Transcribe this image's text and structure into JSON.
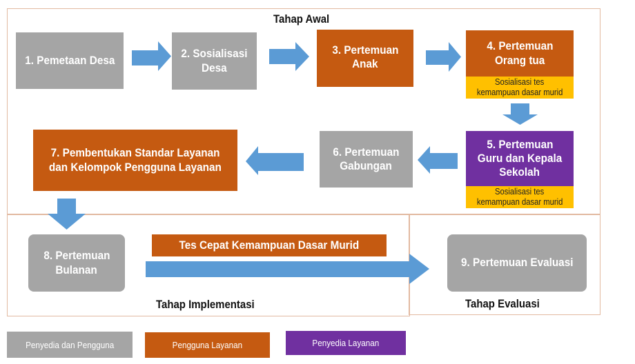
{
  "phases": {
    "awal": "Tahap Awal",
    "implementasi": "Tahap Implementasi",
    "evaluasi": "Tahap Evaluasi"
  },
  "steps": [
    {
      "id": 1,
      "lines": [
        "1. Pemetaan Desa"
      ],
      "role": "Penyedia dan Pengguna",
      "color": "#a5a5a5"
    },
    {
      "id": 2,
      "lines": [
        "2. Sosialisasi",
        "Desa"
      ],
      "role": "Penyedia dan Pengguna",
      "color": "#a5a5a5"
    },
    {
      "id": 3,
      "lines": [
        "3. Pertemuan",
        "Anak"
      ],
      "role": "Pengguna Layanan",
      "color": "#c55a11"
    },
    {
      "id": 4,
      "lines": [
        "4.  Pertemuan",
        "Orang tua"
      ],
      "role": "Pengguna Layanan",
      "color": "#c55a11",
      "note": [
        "Sosialisasi tes",
        "kemampuan dasar murid"
      ]
    },
    {
      "id": 5,
      "lines": [
        "5. Pertemuan",
        "Guru dan Kepala",
        "Sekolah"
      ],
      "role": "Penyedia Layanan",
      "color": "#7030a0",
      "note": [
        "Sosialisasi tes",
        "kemampuan dasar murid"
      ]
    },
    {
      "id": 6,
      "lines": [
        "6.  Pertemuan",
        "Gabungan"
      ],
      "role": "Penyedia dan Pengguna",
      "color": "#a5a5a5"
    },
    {
      "id": 7,
      "lines": [
        "7. Pembentukan Standar Layanan",
        "dan Kelompok Pengguna Layanan"
      ],
      "role": "Pengguna Layanan",
      "color": "#c55a11"
    },
    {
      "id": 8,
      "lines": [
        "8. Pertemuan",
        "Bulanan"
      ],
      "role": "Penyedia dan Pengguna",
      "color": "#a5a5a5"
    },
    {
      "id": 9,
      "lines": [
        "9. Pertemuan Evaluasi"
      ],
      "role": "Penyedia dan Pengguna",
      "color": "#a5a5a5"
    }
  ],
  "activity_banner": "Tes Cepat Kemampuan Dasar Murid",
  "flow": [
    {
      "from": 1,
      "to": 2,
      "direction": "right"
    },
    {
      "from": 2,
      "to": 3,
      "direction": "right"
    },
    {
      "from": 3,
      "to": 4,
      "direction": "right"
    },
    {
      "from": 4,
      "to": 5,
      "direction": "down"
    },
    {
      "from": 5,
      "to": 6,
      "direction": "left"
    },
    {
      "from": 6,
      "to": 7,
      "direction": "left"
    },
    {
      "from": 7,
      "to": 8,
      "direction": "down"
    },
    {
      "from": 8,
      "to": 9,
      "direction": "right"
    }
  ],
  "legend": [
    {
      "label": "Penyedia dan Pengguna",
      "color": "#a5a5a5"
    },
    {
      "label": "Pengguna Layanan",
      "color": "#c55a11"
    },
    {
      "label": "Penyedia  Layanan",
      "color": "#7030a0"
    }
  ],
  "colors": {
    "arrow": "#5b9bd5",
    "frame": "#e2b9a0",
    "note": "#ffc000"
  }
}
